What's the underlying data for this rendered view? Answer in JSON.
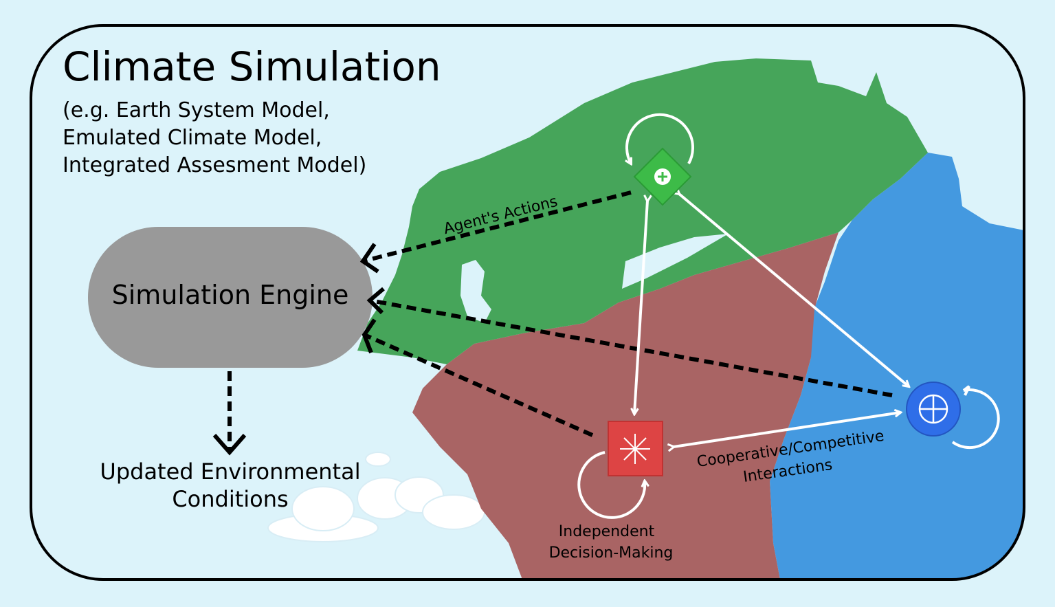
{
  "title": "Climate Simulation",
  "subtitle_lines": [
    "(e.g. Earth System Model,",
    "Emulated Climate Model,",
    "Integrated Assesment Model)"
  ],
  "engine_label": "Simulation Engine",
  "output_label_lines": [
    "Updated Environmental",
    "Conditions"
  ],
  "agent_actions_label": "Agent's Actions",
  "interactions_label_lines": [
    "Cooperative/Competitive",
    "Interactions"
  ],
  "decision_label_lines": [
    "Independent",
    "Decision-Making"
  ],
  "colors": {
    "background": "#dcf3fa",
    "green_region": "#46a55a",
    "red_region": "#a96464",
    "blue_region": "#4499e0",
    "engine": "#999999",
    "green_agent": "#3dbb48",
    "red_agent": "#dd4444",
    "blue_agent": "#2f6ee8"
  },
  "icons": {
    "green_agent": "circled-plus-diamond-icon",
    "red_agent": "asterisk-square-icon",
    "blue_agent": "crosshair-circle-icon"
  }
}
